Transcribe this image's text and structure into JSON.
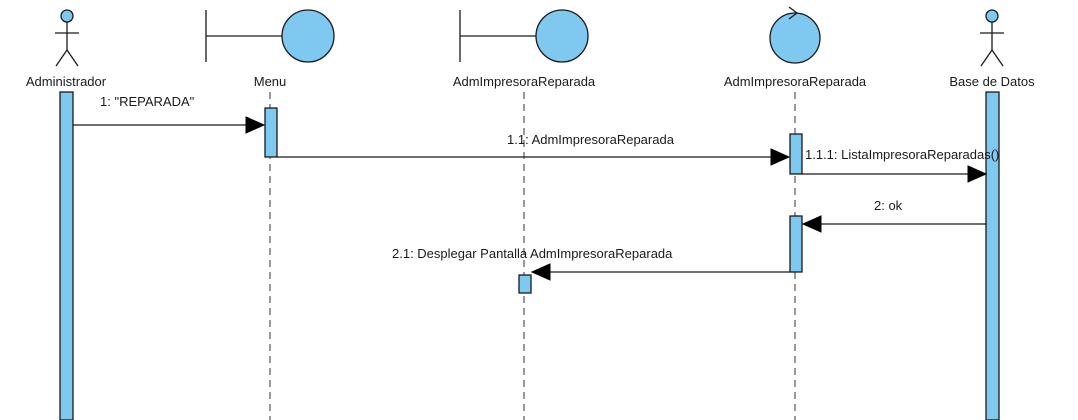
{
  "diagram": {
    "type": "uml-sequence-diagram",
    "lifelines": [
      {
        "id": "administrador",
        "kind": "actor",
        "label": "Administrador"
      },
      {
        "id": "menu",
        "kind": "boundary",
        "label": "Menu"
      },
      {
        "id": "adm-boundary",
        "kind": "boundary",
        "label": "AdmImpresoraReparada"
      },
      {
        "id": "adm-control",
        "kind": "control",
        "label": "AdmImpresoraReparada"
      },
      {
        "id": "base-de-datos",
        "kind": "actor",
        "label": "Base de Datos"
      }
    ],
    "messages": [
      {
        "id": "m1",
        "label": "1: \"REPARADA\"",
        "from": "administrador",
        "to": "menu"
      },
      {
        "id": "m1-1",
        "label": "1.1: AdmImpresoraReparada",
        "from": "menu",
        "to": "adm-control"
      },
      {
        "id": "m1-1-1",
        "label": "1.1.1: ListaImpresoraReparadas()",
        "from": "adm-control",
        "to": "base-de-datos"
      },
      {
        "id": "m2",
        "label": "2: ok",
        "from": "base-de-datos",
        "to": "adm-control"
      },
      {
        "id": "m2-1",
        "label": "2.1: Desplegar Pantalla AdmImpresoraReparada",
        "from": "adm-control",
        "to": "adm-boundary"
      }
    ],
    "colors": {
      "fill": "#7fc8f0",
      "stroke": "#1a1a1a",
      "arrowhead": "#000000",
      "background": "#ffffff"
    }
  }
}
